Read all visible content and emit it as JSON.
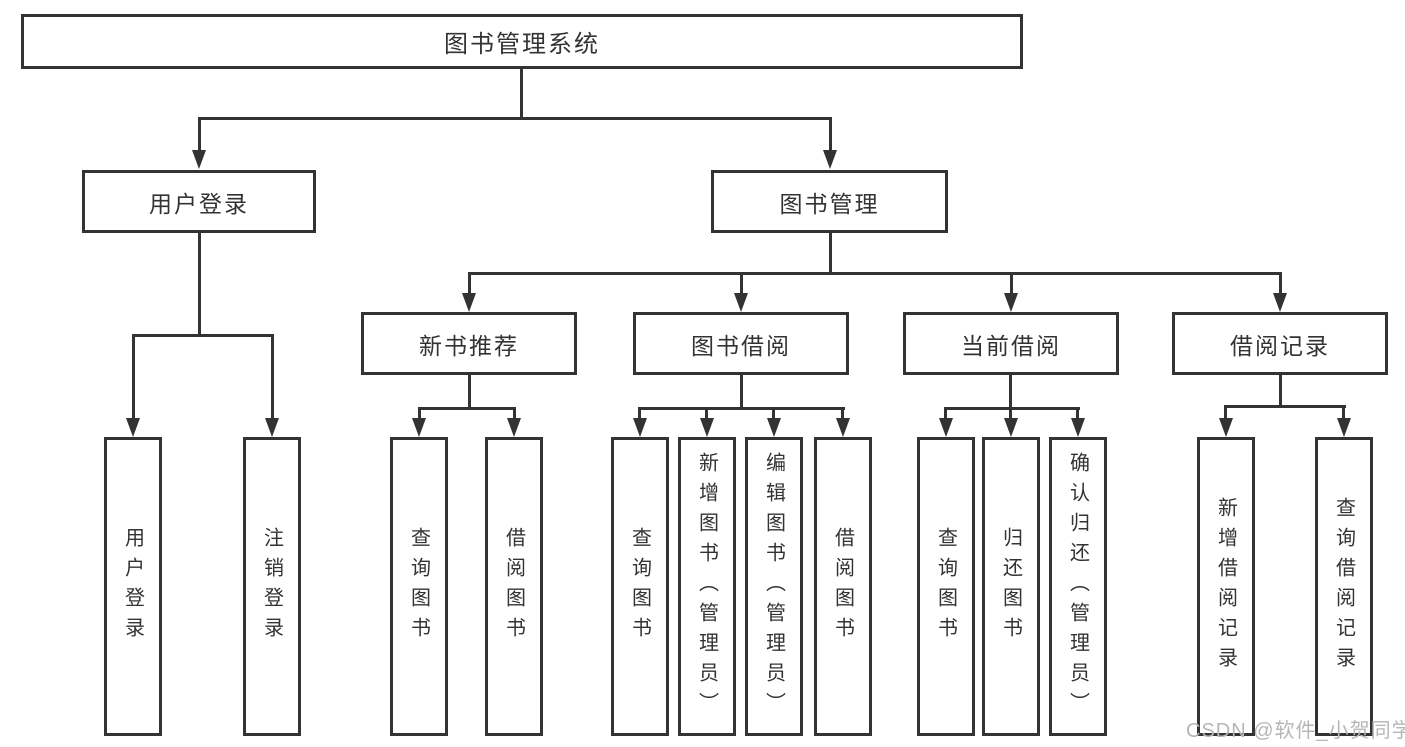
{
  "diagram": {
    "root": {
      "label": "图书管理系统"
    },
    "level2": {
      "user_login": {
        "label": "用户登录"
      },
      "book_mgmt": {
        "label": "图书管理"
      }
    },
    "level3": {
      "new_book": {
        "label": "新书推荐"
      },
      "borrow": {
        "label": "图书借阅"
      },
      "current": {
        "label": "当前借阅"
      },
      "record": {
        "label": "借阅记录"
      }
    },
    "leaves": {
      "user_login": [
        {
          "label": "用户登录"
        },
        {
          "label": "注销登录"
        }
      ],
      "new_book": [
        {
          "label": "查询图书"
        },
        {
          "label": "借阅图书"
        }
      ],
      "borrow": [
        {
          "label": "查询图书"
        },
        {
          "label": "新增图书（管理员）"
        },
        {
          "label": "编辑图书（管理员）"
        },
        {
          "label": "借阅图书"
        }
      ],
      "current": [
        {
          "label": "查询图书"
        },
        {
          "label": "归还图书"
        },
        {
          "label": "确认归还（管理员）"
        }
      ],
      "record": [
        {
          "label": "新增借阅记录"
        },
        {
          "label": "查询借阅记录"
        }
      ]
    }
  },
  "watermark": {
    "text": "CSDN @软件_小贺同学"
  },
  "colors": {
    "line": "#333333",
    "text": "#333333",
    "watermark": "#b6b6b6",
    "background": "#ffffff"
  }
}
